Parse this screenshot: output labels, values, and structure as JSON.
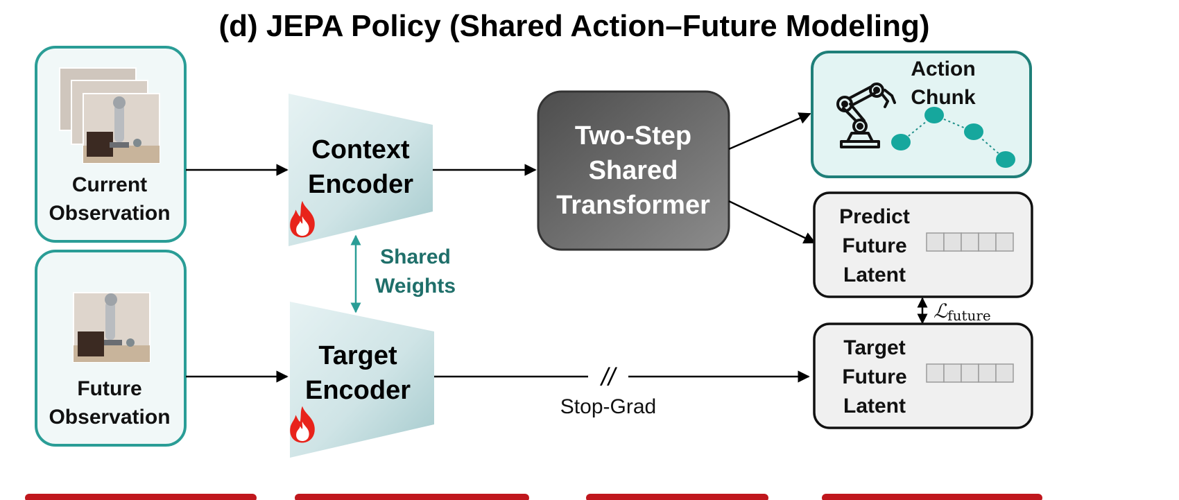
{
  "title": "(d) JEPA Policy (Shared Action–Future Modeling)",
  "current_observation": {
    "line1": "Current",
    "line2": "Observation"
  },
  "future_observation": {
    "line1": "Future",
    "line2": "Observation"
  },
  "context_encoder": {
    "line1": "Context",
    "line2": "Encoder"
  },
  "target_encoder": {
    "line1": "Target",
    "line2": "Encoder"
  },
  "shared_weights": {
    "line1": "Shared",
    "line2": "Weights"
  },
  "transformer": {
    "line1": "Two-Step",
    "line2": "Shared",
    "line3": "Transformer"
  },
  "action_chunk": {
    "line1": "Action",
    "line2": "Chunk"
  },
  "predict_latent": {
    "line1": "Predict",
    "line2": "Future",
    "line3": "Latent"
  },
  "target_latent": {
    "line1": "Target",
    "line2": "Future",
    "line3": "Latent"
  },
  "stop_grad": {
    "symbol": "//",
    "label": "Stop-Grad"
  },
  "loss": {
    "symbol": "ℒ",
    "subscript": "future"
  },
  "colors": {
    "teal": "#2a9d96",
    "teal_dark": "#1f6f6a",
    "panel_bg": "#f1f8f8",
    "encoder_light": "#e3f0f1",
    "encoder_dark": "#a9cdd0",
    "transformer_dark": "#5a5a5a",
    "transformer_light": "#8a8a8a",
    "latent_bg": "#f0f0f0",
    "fire_outer": "#e8231b",
    "bottom_strip": "#c0171d"
  },
  "icons": {
    "flame": "flame-icon",
    "robot_arm": "robot-arm-icon"
  }
}
